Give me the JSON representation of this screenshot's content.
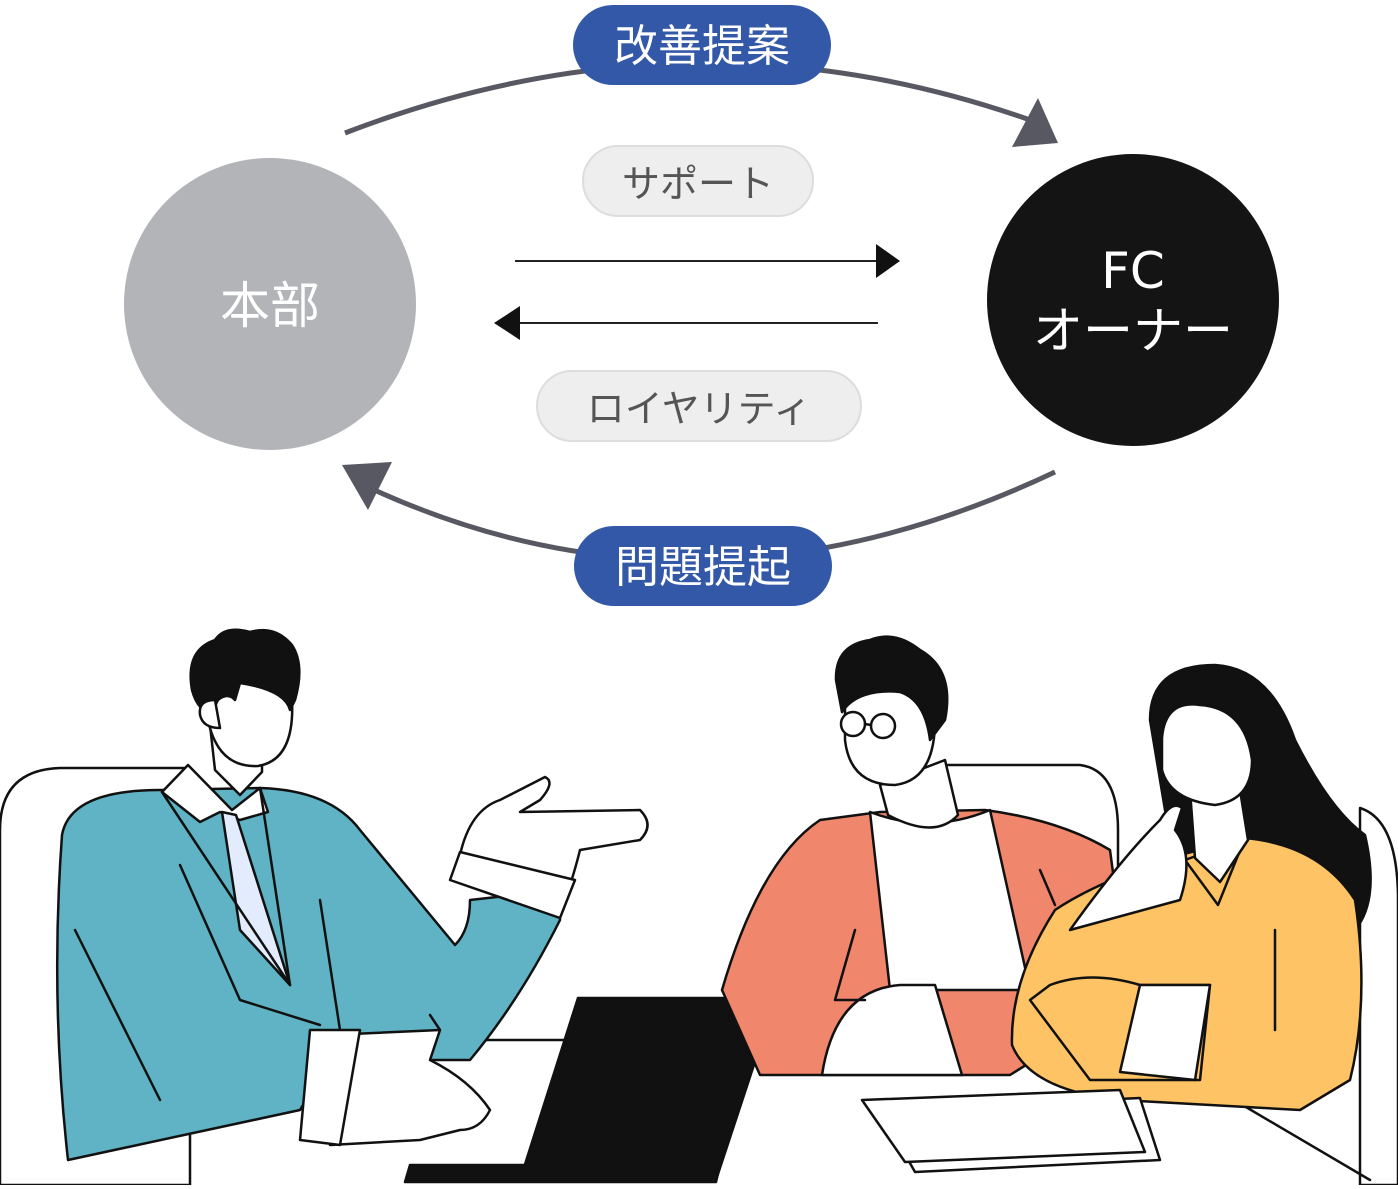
{
  "labels": {
    "top_flow": "改善提案",
    "bottom_flow": "問題提起",
    "support": "サポート",
    "royalty": "ロイヤリティ",
    "headquarters": "本部",
    "owner_line1": "FC",
    "owner_line2": "オーナー"
  },
  "colors": {
    "pill_blue": "#3358a8",
    "hq_circle": "#b3b4b8",
    "owner_circle": "#141414",
    "arc_stroke": "#585863",
    "pill_light": "#eeeeee",
    "suit_teal": "#5fb3c4",
    "shirt_coral": "#f0866b",
    "sweater_yellow": "#fdc364"
  }
}
